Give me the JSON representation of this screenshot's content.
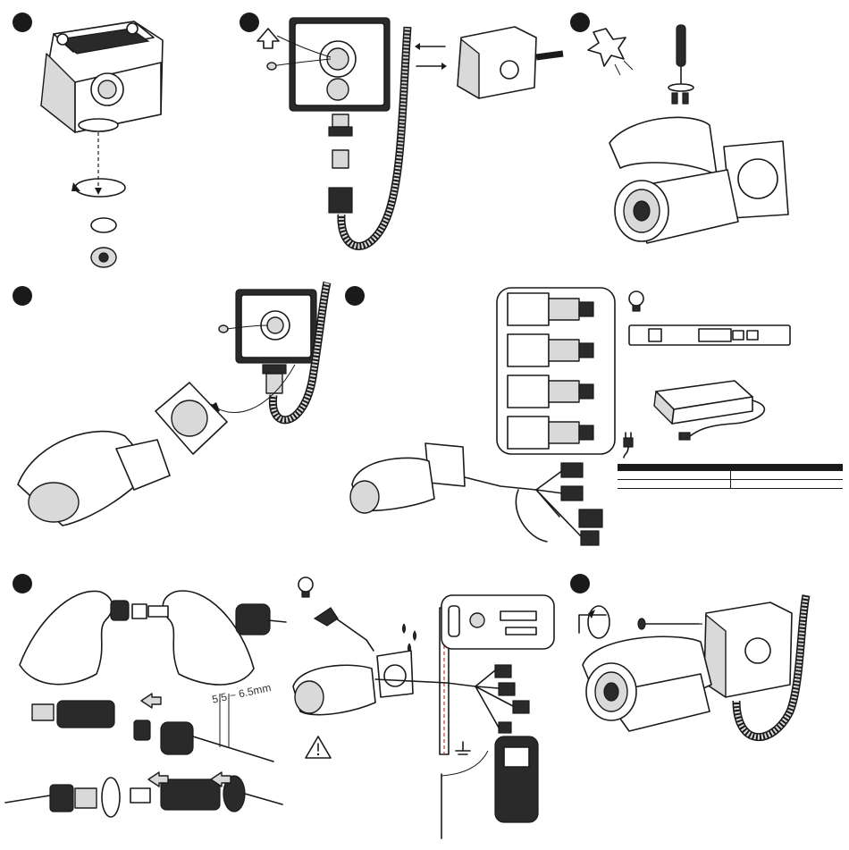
{
  "step_badges": [
    "",
    "",
    "",
    "",
    "",
    "",
    "",
    "",
    ""
  ],
  "cable_dimension_label": "5.5 ~ 6.5mm",
  "icons": {
    "tip": "lightbulb-icon",
    "warning": "warning-triangle-icon",
    "power": "power-plug-icon",
    "ground": "ground-symbol-icon",
    "up_arrow": "up-arrow-icon",
    "rotate": "rotate-arrow-icon"
  },
  "power_spec_table": {
    "columns": 2,
    "body_rows": 2
  },
  "colors": {
    "line": "#1a1a1a",
    "fill_light": "#d9d9d9",
    "accent_red": "#c0392b"
  }
}
